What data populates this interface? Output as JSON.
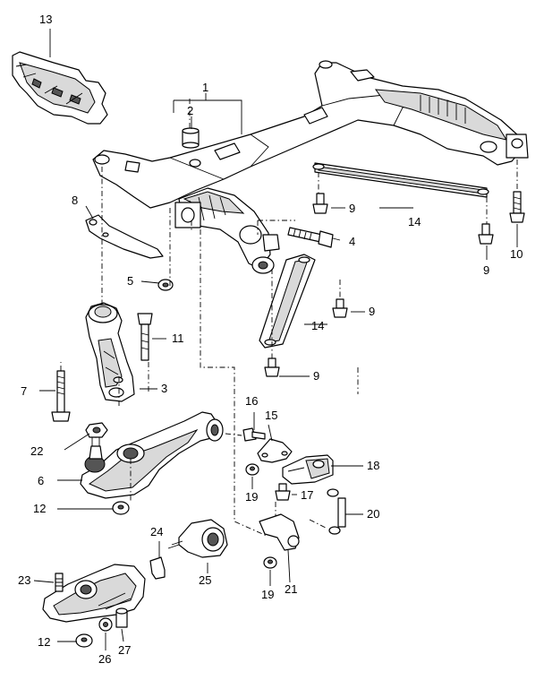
{
  "callouts": [
    {
      "id": "c1",
      "number": "1"
    },
    {
      "id": "c2",
      "number": "2"
    },
    {
      "id": "c3",
      "number": "3"
    },
    {
      "id": "c4",
      "number": "4"
    },
    {
      "id": "c5",
      "number": "5"
    },
    {
      "id": "c6",
      "number": "6"
    },
    {
      "id": "c7",
      "number": "7"
    },
    {
      "id": "c8",
      "number": "8"
    },
    {
      "id": "c9a",
      "number": "9"
    },
    {
      "id": "c9b",
      "number": "9"
    },
    {
      "id": "c9c",
      "number": "9"
    },
    {
      "id": "c9d",
      "number": "9"
    },
    {
      "id": "c10",
      "number": "10"
    },
    {
      "id": "c11",
      "number": "11"
    },
    {
      "id": "c12a",
      "number": "12"
    },
    {
      "id": "c12b",
      "number": "12"
    },
    {
      "id": "c13",
      "number": "13"
    },
    {
      "id": "c14a",
      "number": "14"
    },
    {
      "id": "c14b",
      "number": "14"
    },
    {
      "id": "c15",
      "number": "15"
    },
    {
      "id": "c16",
      "number": "16"
    },
    {
      "id": "c17",
      "number": "17"
    },
    {
      "id": "c18",
      "number": "18"
    },
    {
      "id": "c19a",
      "number": "19"
    },
    {
      "id": "c19b",
      "number": "19"
    },
    {
      "id": "c20",
      "number": "20"
    },
    {
      "id": "c21",
      "number": "21"
    },
    {
      "id": "c22",
      "number": "22"
    },
    {
      "id": "c23",
      "number": "23"
    },
    {
      "id": "c24",
      "number": "24"
    },
    {
      "id": "c25",
      "number": "25"
    },
    {
      "id": "c26",
      "number": "26"
    },
    {
      "id": "c27",
      "number": "27"
    }
  ]
}
